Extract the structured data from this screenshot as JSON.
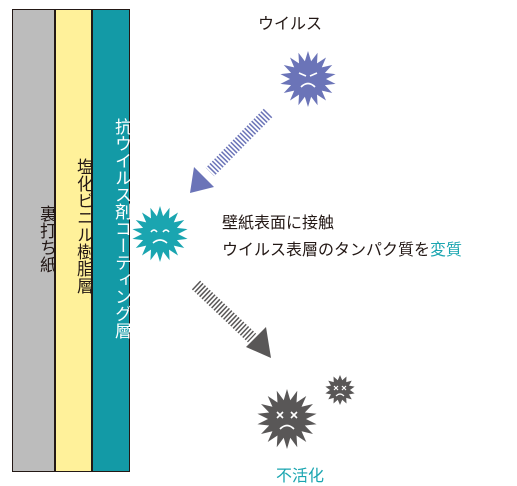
{
  "layers": {
    "backing_paper": {
      "label": "裏打ち紙",
      "color": "#bcbcbc"
    },
    "pvc_resin": {
      "label": "塩化ビニル樹脂層",
      "color": "#fff19a"
    },
    "antiviral_coating": {
      "label": "抗ウイルス剤コーティング層",
      "color": "#139aa6"
    }
  },
  "labels": {
    "virus": "ウイルス",
    "contact_line1": "壁紙表面に接触",
    "contact_line2_prefix": "ウイルス表層のタンパク質を",
    "contact_line2_accent": "変質",
    "inactivated": "不活化"
  },
  "colors": {
    "virus": "#6b74b8",
    "contact_virus": "#1aa5b0",
    "inactive_virus": "#595757",
    "accent_text": "#1aa5b0",
    "arrow_top": "#6b74b8",
    "arrow_bottom": "#595757"
  }
}
